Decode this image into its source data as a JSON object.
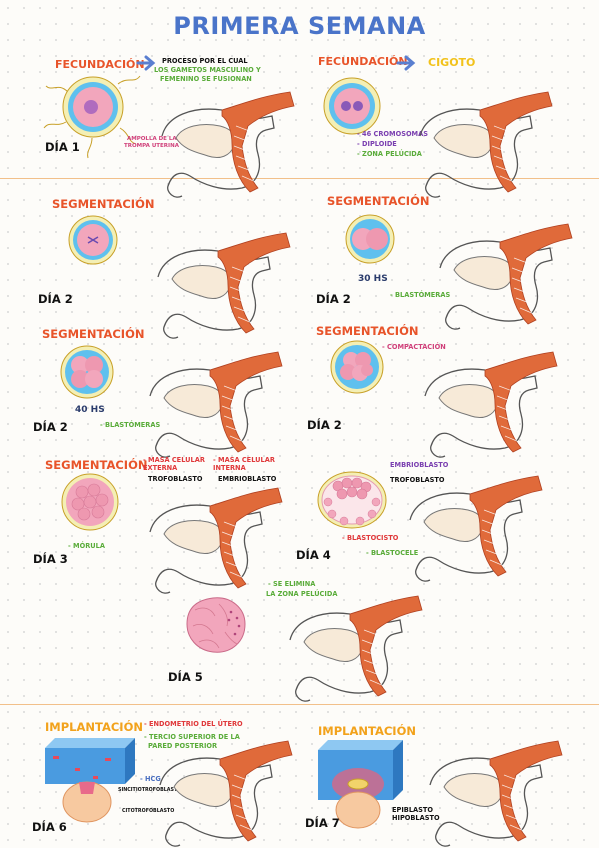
{
  "title": "PRIMERA SEMANA",
  "dia1a": {
    "heading": "FECUNDACIÓN",
    "desc1": "PROCESO POR EL CUAL",
    "desc2": "LOS GAMETOS MASCULINO Y",
    "desc3": "FEMENINO SE FUSIONAN",
    "ampolla1": "AMPOLLA DE LA",
    "ampolla2": "TROMPA UTERINA",
    "day": "DÍA 1"
  },
  "dia1b": {
    "heading": "FECUNDACIÓN",
    "result": "CIGOTO",
    "n1": "- 46 CROMOSOMAS",
    "n2": "- DIPLOIDE",
    "n3": "- ZONA PELÚCIDA"
  },
  "dia2a": {
    "heading": "SEGMENTACIÓN",
    "day": "DÍA 2"
  },
  "dia2b": {
    "heading": "SEGMENTACIÓN",
    "hours": "30 HS",
    "day": "DÍA 2",
    "note": "- BLASTÓMERAS"
  },
  "dia2c": {
    "heading": "SEGMENTACIÓN",
    "hours": "40 HS",
    "day": "DÍA 2",
    "note": "- BLASTÓMERAS"
  },
  "dia2d": {
    "heading": "SEGMENTACIÓN",
    "note": "- COMPACTACIÓN",
    "day": "DÍA 2"
  },
  "dia3": {
    "heading": "SEGMENTACIÓN",
    "m1a": "- MASA CELULAR",
    "m1b": "EXTERNA",
    "m1c": "TROFOBLASTO",
    "m2a": "- MASA CELULAR",
    "m2b": "INTERNA",
    "m2c": "EMBRIOBLASTO",
    "note": "- MÓRULA",
    "day": "DÍA 3"
  },
  "dia4": {
    "l1": "EMBRIOBLASTO",
    "l2": "TROFOBLASTO",
    "n1": "- BLASTOCISTO",
    "n2": "- BLASTOCELE",
    "day": "DÍA 4"
  },
  "dia5": {
    "n1": "- SE ELIMINA",
    "n2": "LA ZONA PELÚCIDA",
    "day": "DÍA 5"
  },
  "dia6": {
    "heading": "IMPLANTACIÓN",
    "n1": "- ENDOMETRIO DEL ÚTERO",
    "n2": "- TERCIO SUPERIOR DE LA",
    "n3": "PARED POSTERIOR",
    "hcg": "- HCG",
    "sinc": "SINCITIOTROFOBLASTO",
    "cito": "CITOTROFOBLASTO",
    "day": "DÍA 6"
  },
  "dia7": {
    "heading": "IMPLANTACIÓN",
    "l1": "EPIBLASTO",
    "l2": "HIPOBLASTO",
    "day": "DÍA 7"
  },
  "colors": {
    "title_blue": "#4a74c9",
    "heading_orange": "#e8542a",
    "purple": "#7a3fb0",
    "green": "#5aac3a",
    "yellow": "#f2c21b",
    "uterus_muscle": "#e06a3a",
    "cell_pink": "#f0a9b5",
    "zona_cyan": "#4fb8e6",
    "separator": "#f2c08a"
  }
}
